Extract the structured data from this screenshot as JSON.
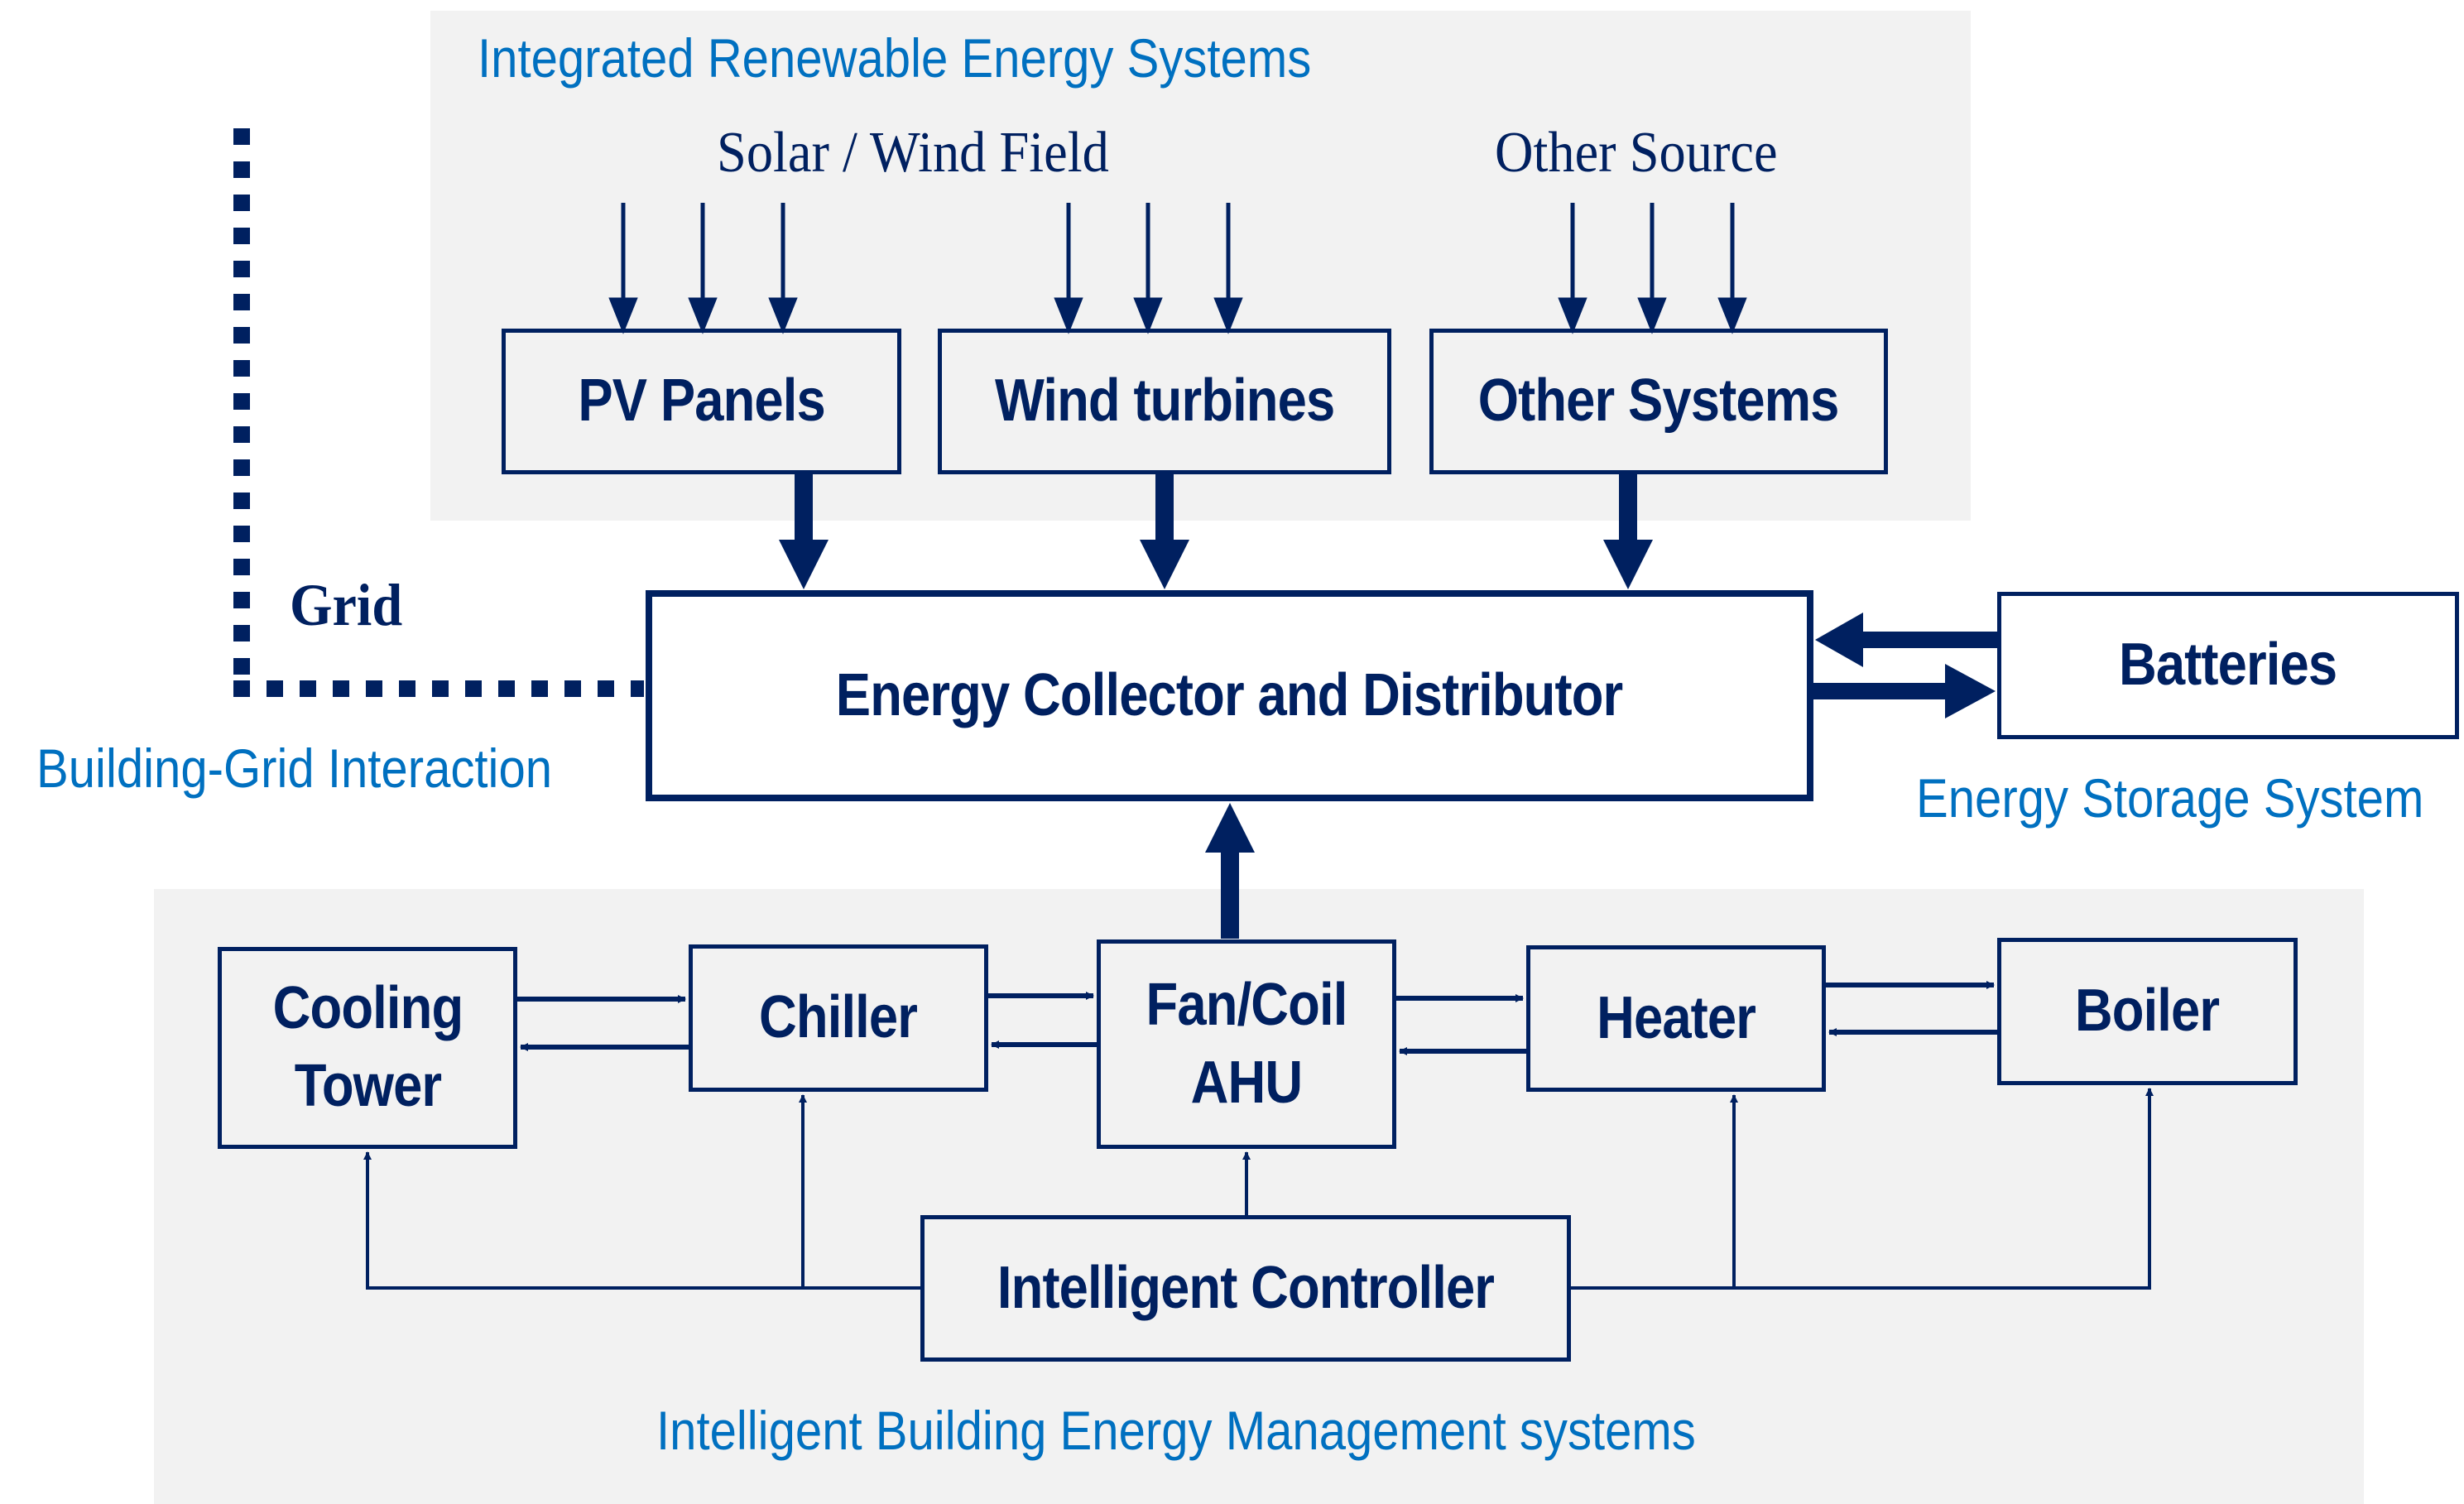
{
  "diagram": {
    "colors": {
      "line": "#002060",
      "group_label": "#0070C0",
      "panel_bg": "#F2F2F2"
    },
    "groups": {
      "renewable": "Integrated Renewable Energy Systems",
      "grid": "Building-Grid Interaction",
      "storage": "Energy Storage System",
      "management": "Intelligent Building Energy Management systems"
    },
    "sources": {
      "solar_wind": "Solar / Wind Field",
      "other": "Other Source"
    },
    "grid_label": "Grid",
    "nodes": {
      "pv": "PV Panels",
      "wind": "Wind turbines",
      "other_systems": "Other Systems",
      "collector": "Energy Collector and Distributor",
      "batteries": "Batteries",
      "cooling_tower": "Cooling\nTower",
      "chiller": "Chiller",
      "fan_coil": "Fan/Coil\nAHU",
      "heater": "Heater",
      "boiler": "Boiler",
      "controller": "Intelligent Controller"
    },
    "edges": [
      {
        "from": "solar_wind",
        "to": "pv",
        "count": 3
      },
      {
        "from": "solar_wind",
        "to": "wind",
        "count": 3
      },
      {
        "from": "other_source",
        "to": "other_systems",
        "count": 3
      },
      {
        "from": "pv",
        "to": "collector"
      },
      {
        "from": "wind",
        "to": "collector"
      },
      {
        "from": "other_systems",
        "to": "collector"
      },
      {
        "from": "batteries",
        "to": "collector"
      },
      {
        "from": "collector",
        "to": "batteries"
      },
      {
        "from": "grid",
        "to": "collector",
        "style": "dotted"
      },
      {
        "from": "fan_coil",
        "to": "collector"
      },
      {
        "from": "cooling_tower",
        "to": "chiller"
      },
      {
        "from": "chiller",
        "to": "cooling_tower"
      },
      {
        "from": "chiller",
        "to": "fan_coil"
      },
      {
        "from": "fan_coil",
        "to": "chiller"
      },
      {
        "from": "fan_coil",
        "to": "heater"
      },
      {
        "from": "heater",
        "to": "fan_coil"
      },
      {
        "from": "heater",
        "to": "boiler"
      },
      {
        "from": "boiler",
        "to": "heater"
      },
      {
        "from": "controller",
        "to": "cooling_tower"
      },
      {
        "from": "controller",
        "to": "chiller"
      },
      {
        "from": "controller",
        "to": "fan_coil"
      },
      {
        "from": "controller",
        "to": "heater"
      },
      {
        "from": "controller",
        "to": "boiler"
      }
    ]
  }
}
